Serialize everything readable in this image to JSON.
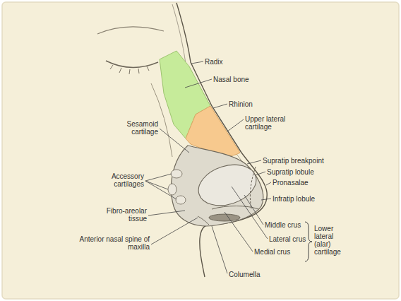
{
  "diagram": {
    "labels": [
      "Radix",
      "Nasal bone",
      "Rhinion",
      "Upper lateral cartilage",
      "Sesamoid cartilage",
      "Supratip breakpoint",
      "Supratip lobule",
      "Pronasalae",
      "Accessory cartilages",
      "Infratip lobule",
      "Fibro-areolar tissue",
      "Middle crus",
      "Lower lateral (alar) cartilage",
      "Lateral crus",
      "Anterior nasal spine of maxilla",
      "Medial crus",
      "Columella"
    ]
  }
}
